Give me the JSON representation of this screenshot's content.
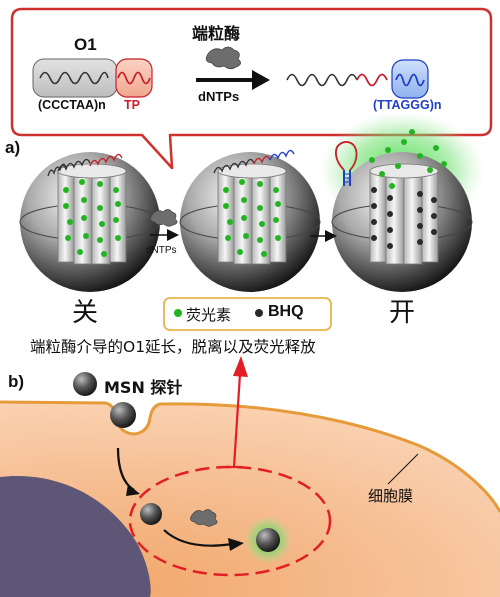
{
  "callout": {
    "strand_label": "O1",
    "strand_left_sub": "(CCCTAA)n",
    "strand_right_sub": "TP",
    "enzyme": "端粒酶",
    "cofactor": "dNTPs",
    "product_sub": "(TTAGGG)n"
  },
  "panel_a": {
    "letter": "a)",
    "dntps": "dNTPs",
    "state_off": "关",
    "state_on": "开",
    "legend_fluor": "荧光素",
    "legend_bhq": "BHQ",
    "caption": "端粒酶介导的O1延长，脱离以及荧光释放"
  },
  "panel_b": {
    "letter": "b)",
    "probe_label": "MSN 探针",
    "membrane_label": "细胞膜"
  },
  "colors": {
    "fluor_green": "#22b522",
    "tp_red": "#c8202a",
    "product_blue": "#1f3fc8",
    "cell_orange": "#f7c9a2",
    "nucleus_purple": "#5e5676",
    "dashed_red": "#e31e24",
    "callout_border": "#d0312d",
    "glow_green": "#4cdc4c"
  }
}
